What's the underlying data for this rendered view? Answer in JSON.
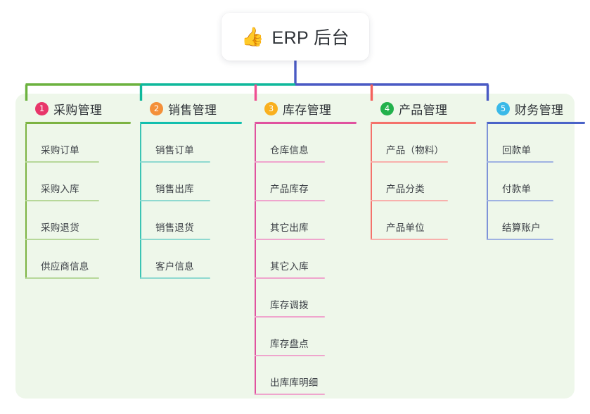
{
  "page": {
    "background": "#ffffff",
    "panel_color": "#eef7ea"
  },
  "root": {
    "icon": "thumbs-up-emoji",
    "emoji": "👍",
    "title": "ERP 后台",
    "trunk_color": "#4a5ac4"
  },
  "connector": {
    "segments": [
      {
        "name": "green-segment",
        "color": "#6cb23f"
      },
      {
        "name": "teal-segment",
        "color": "#0fb89b"
      },
      {
        "name": "blue-segment",
        "color": "#4a5ac4"
      }
    ]
  },
  "columns": [
    {
      "index": "1",
      "title": "采购管理",
      "badge_color": "#e8366a",
      "rule_color": "#7cb342",
      "spine_color": "#7cb342",
      "leaf_rule_color": "#b7d89a",
      "drop_color": "#6cb23f",
      "items": [
        {
          "label": "采购订单"
        },
        {
          "label": "采购入库"
        },
        {
          "label": "采购退货"
        },
        {
          "label": "供应商信息"
        }
      ]
    },
    {
      "index": "2",
      "title": "销售管理",
      "badge_color": "#f4903a",
      "rule_color": "#12bfae",
      "spine_color": "#3cc4b4",
      "leaf_rule_color": "#8fd9d0",
      "drop_color": "#0fb89b",
      "items": [
        {
          "label": "销售订单"
        },
        {
          "label": "销售出库"
        },
        {
          "label": "销售退货"
        },
        {
          "label": "客户信息"
        }
      ]
    },
    {
      "index": "3",
      "title": "库存管理",
      "badge_color": "#f9b01e",
      "rule_color": "#e0529f",
      "spine_color": "#e0529f",
      "leaf_rule_color": "#efa5cd",
      "drop_color": "#ef4e92",
      "items": [
        {
          "label": "仓库信息"
        },
        {
          "label": "产品库存"
        },
        {
          "label": "其它出库"
        },
        {
          "label": "其它入库"
        },
        {
          "label": "库存调拨"
        },
        {
          "label": "库存盘点"
        },
        {
          "label": "出库库明细"
        }
      ]
    },
    {
      "index": "4",
      "title": "产品管理",
      "badge_color": "#22b14c",
      "rule_color": "#f4726b",
      "spine_color": "#f4726b",
      "leaf_rule_color": "#f8b0ac",
      "drop_color": "#f4615c",
      "items": [
        {
          "label": "产品（物料）"
        },
        {
          "label": "产品分类"
        },
        {
          "label": "产品单位"
        }
      ]
    },
    {
      "index": "5",
      "title": "财务管理",
      "badge_color": "#3ab9e8",
      "rule_color": "#4a63c8",
      "spine_color": "#7e93d8",
      "leaf_rule_color": "#9fb2e2",
      "drop_color": "#4a5ac4",
      "items": [
        {
          "label": "回款单"
        },
        {
          "label": "付款单"
        },
        {
          "label": "结算账户"
        }
      ]
    }
  ]
}
